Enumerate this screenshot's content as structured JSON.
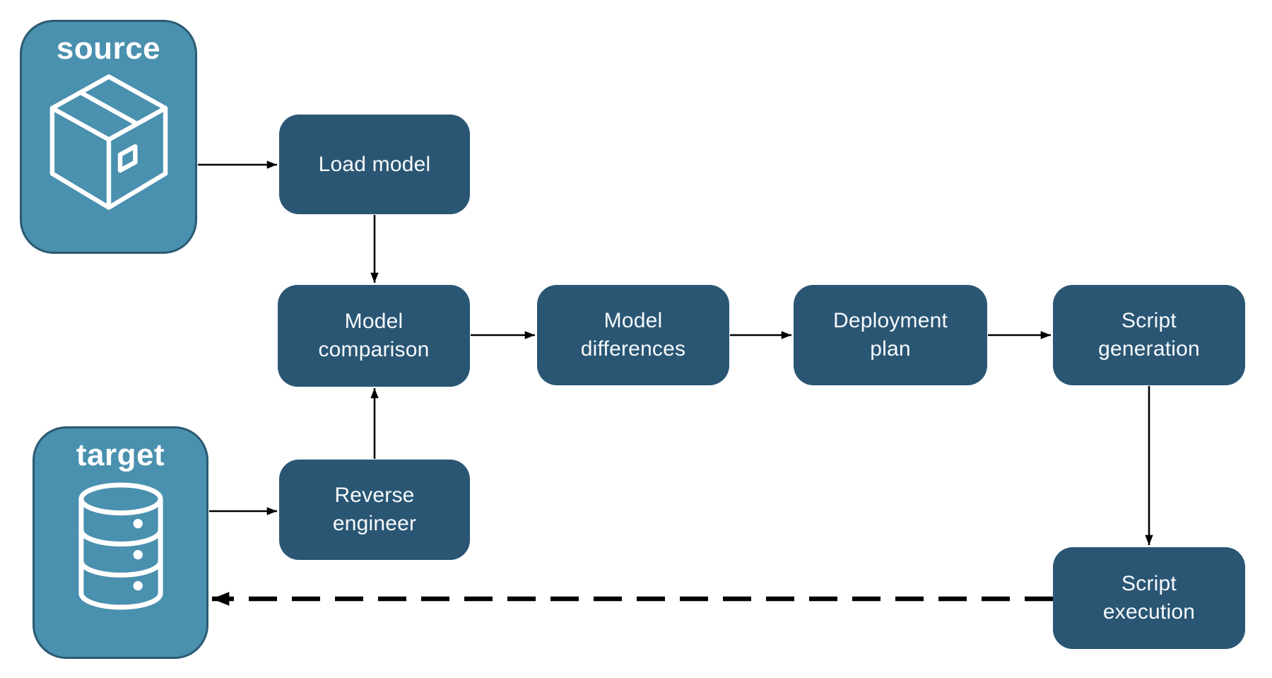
{
  "colors": {
    "node-fill": "#2A5674",
    "entity-fill": "#4A90AF",
    "entity-border": "#2B5A72",
    "text": "#F7FAFC",
    "arrow": "#000000",
    "bg": "#FFFFFF"
  },
  "entities": {
    "source": {
      "label": "source",
      "icon": "package-box-icon"
    },
    "target": {
      "label": "target",
      "icon": "database-icon"
    }
  },
  "nodes": {
    "load_model": {
      "lines": [
        "Load model"
      ]
    },
    "model_comparison": {
      "lines": [
        "Model",
        "comparison"
      ]
    },
    "model_differences": {
      "lines": [
        "Model",
        "differences"
      ]
    },
    "deployment_plan": {
      "lines": [
        "Deployment",
        "plan"
      ]
    },
    "script_generation": {
      "lines": [
        "Script",
        "generation"
      ]
    },
    "reverse_engineer": {
      "lines": [
        "Reverse",
        "engineer"
      ]
    },
    "script_execution": {
      "lines": [
        "Script",
        "execution"
      ]
    }
  },
  "connections": [
    {
      "from": "source",
      "to": "load-model",
      "style": "solid"
    },
    {
      "from": "load-model",
      "to": "model-comparison",
      "style": "solid"
    },
    {
      "from": "target",
      "to": "reverse-engineer",
      "style": "solid"
    },
    {
      "from": "reverse-engineer",
      "to": "model-comparison",
      "style": "solid"
    },
    {
      "from": "model-comparison",
      "to": "model-differences",
      "style": "solid"
    },
    {
      "from": "model-differences",
      "to": "deployment-plan",
      "style": "solid"
    },
    {
      "from": "deployment-plan",
      "to": "script-generation",
      "style": "solid"
    },
    {
      "from": "script-generation",
      "to": "script-execution",
      "style": "solid"
    },
    {
      "from": "script-execution",
      "to": "target",
      "style": "dashed"
    }
  ]
}
